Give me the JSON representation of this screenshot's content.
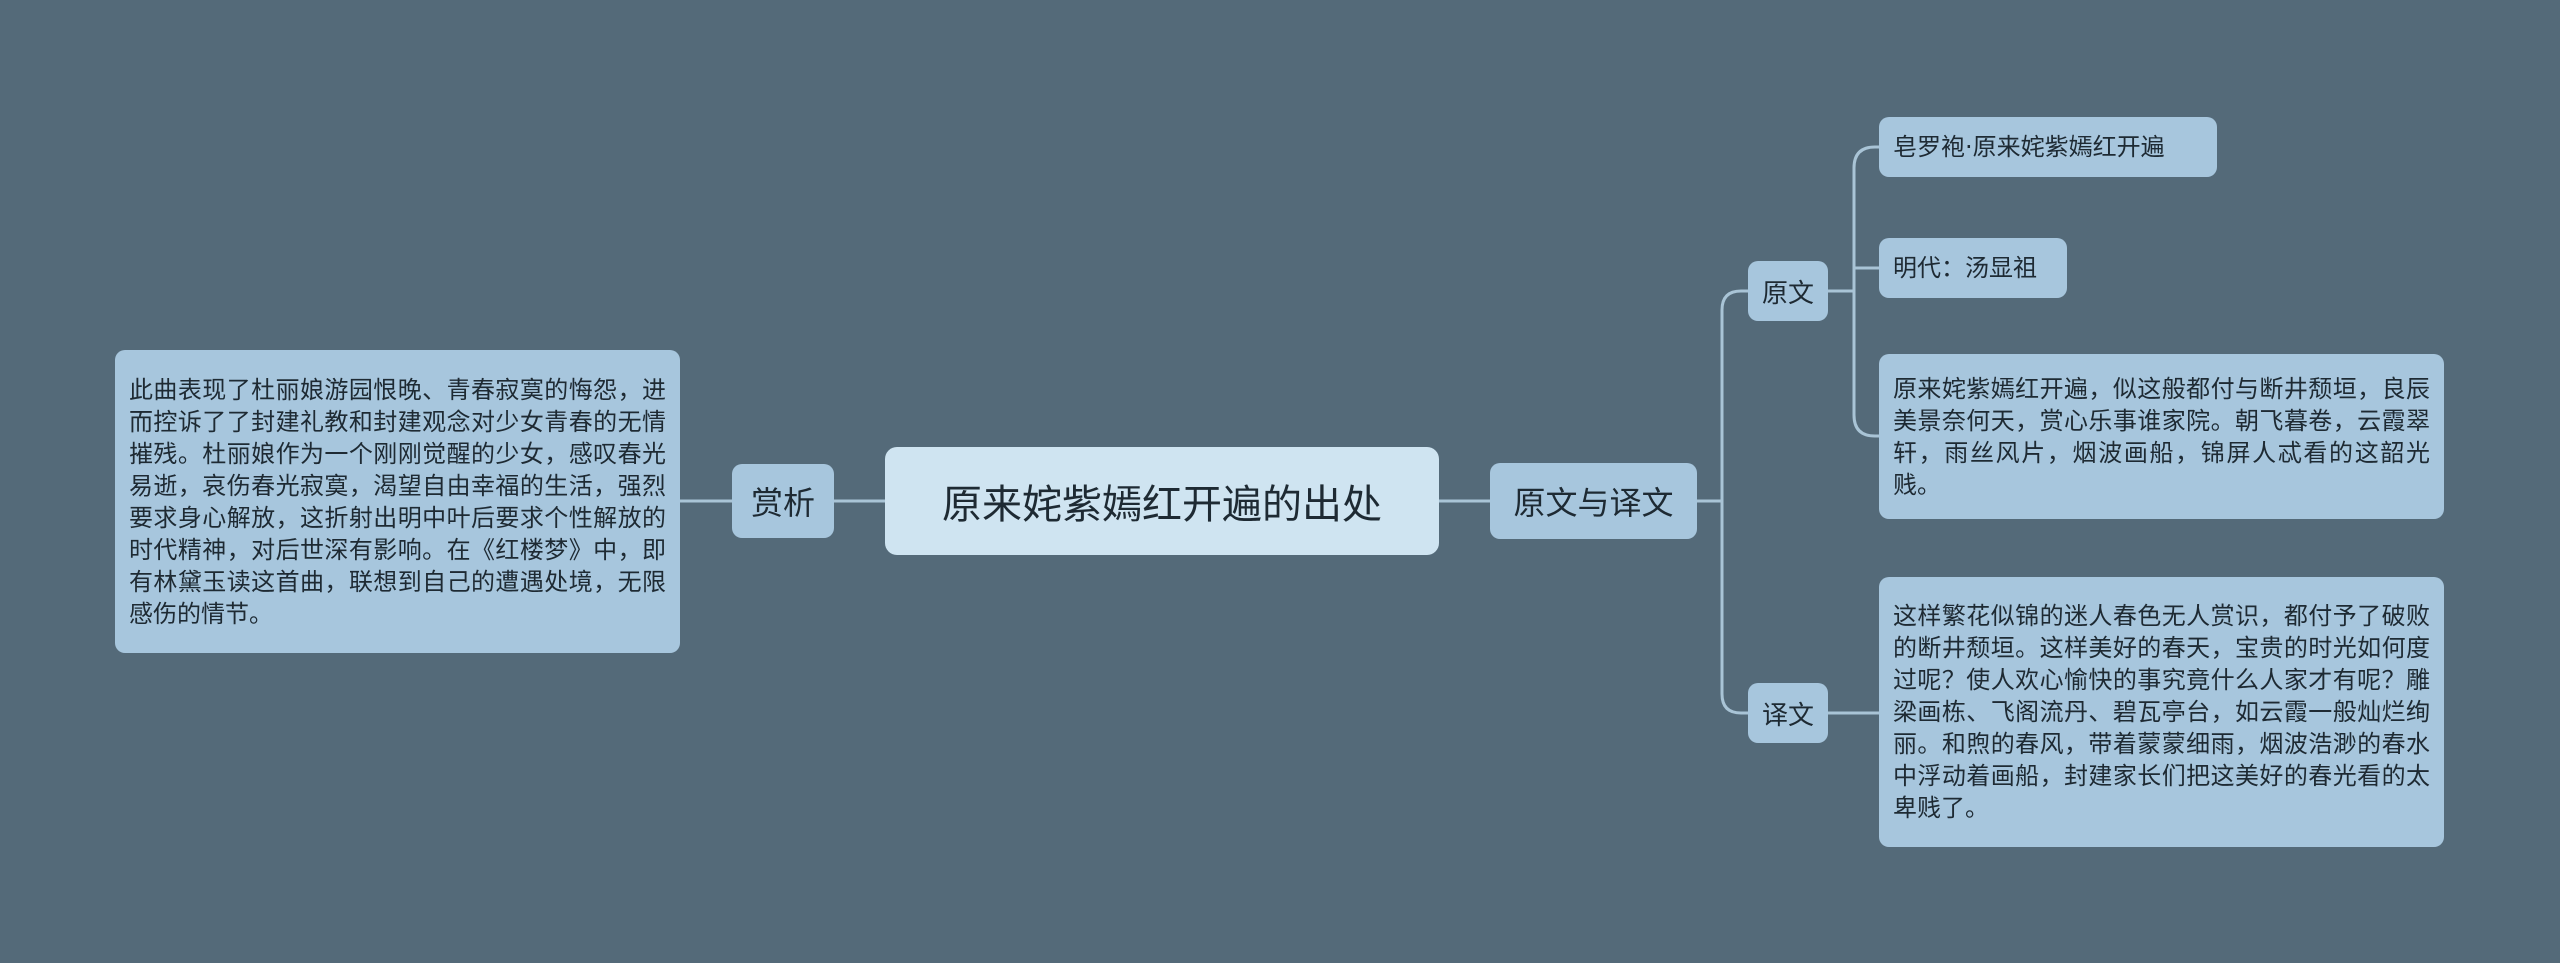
{
  "root": {
    "label": "原来姹紫嫣红开遍的出处"
  },
  "left_branch": {
    "label": "赏析",
    "text": "此曲表现了杜丽娘游园恨晚、青春寂寞的悔怨，进而控诉了了封建礼教和封建观念对少女青春的无情摧残。杜丽娘作为一个刚刚觉醒的少女，感叹春光易逝，哀伤春光寂寞，渴望自由幸福的生活，强烈要求身心解放，这折射出明中叶后要求个性解放的时代精神，对后世深有影响。在《红楼梦》中，即有林黛玉读这首曲，联想到自己的遭遇处境，无限感伤的情节。"
  },
  "right_branch": {
    "label": "原文与译文",
    "original": {
      "label": "原文",
      "title": "皂罗袍·原来姹紫嫣红开遍",
      "author": "明代：汤显祖",
      "text": "原来姹紫嫣红开遍，似这般都付与断井颓垣，良辰美景奈何天，赏心乐事谁家院。朝飞暮卷，云霞翠轩，雨丝风片，烟波画船，锦屏人忒看的这韶光贱。"
    },
    "translation": {
      "label": "译文",
      "text": "这样繁花似锦的迷人春色无人赏识，都付予了破败的断井颓垣。这样美好的春天，宝贵的时光如何度过呢？使人欢心愉快的事究竟什么人家才有呢？雕梁画栋、飞阁流丹、碧瓦亭台，如云霞一般灿烂绚丽。和煦的春风，带着蒙蒙细雨，烟波浩渺的春水中浮动着画船，封建家长们把这美好的春光看的太卑贱了。"
    }
  },
  "colors": {
    "background": "#546a79",
    "node": "#a7c6dd",
    "root": "#cfe4f1",
    "connector": "#a9c4d6"
  }
}
